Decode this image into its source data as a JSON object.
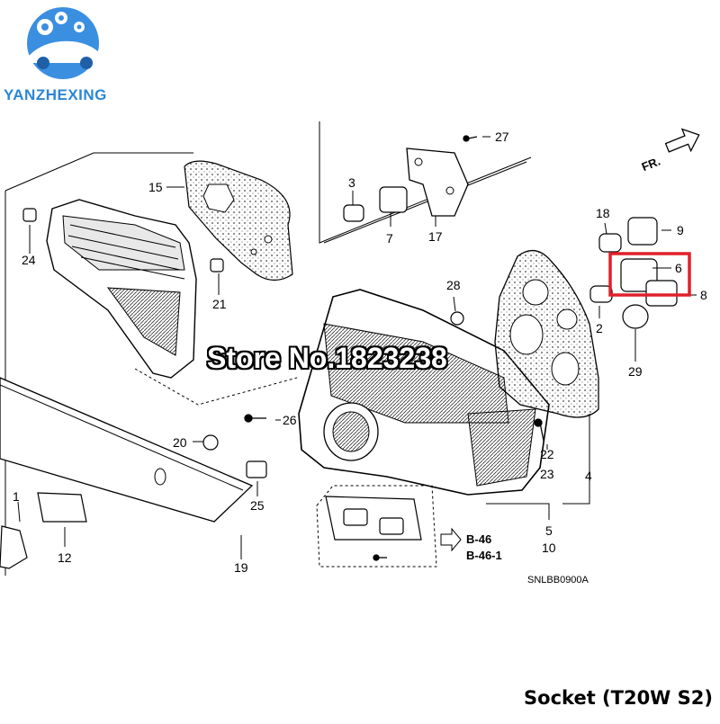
{
  "brand": {
    "name": "YANZHEXING",
    "logo_icon": "gear-car-icon",
    "color": "#2b86d6"
  },
  "watermark": "Store No.1823238",
  "caption": "Socket (T20W S2)",
  "direction_label": "FR.",
  "diagram_code": "SNLBB0900A",
  "section_refs": [
    "B-46",
    "B-46-1"
  ],
  "highlight": {
    "part": "6",
    "color": "#e0202a"
  },
  "callouts": {
    "c1": "1",
    "c2": "2",
    "c3": "3",
    "c4": "4",
    "c5": "5",
    "c6": "6",
    "c7": "7",
    "c8": "8",
    "c9": "9",
    "c10": "10",
    "c12": "12",
    "c15": "15",
    "c17": "17",
    "c18": "18",
    "c19": "19",
    "c20": "20",
    "c21": "21",
    "c22": "22",
    "c23": "23",
    "c24": "24",
    "c25": "25",
    "c26": "26",
    "c27": "27",
    "c28": "28",
    "c29": "29"
  }
}
